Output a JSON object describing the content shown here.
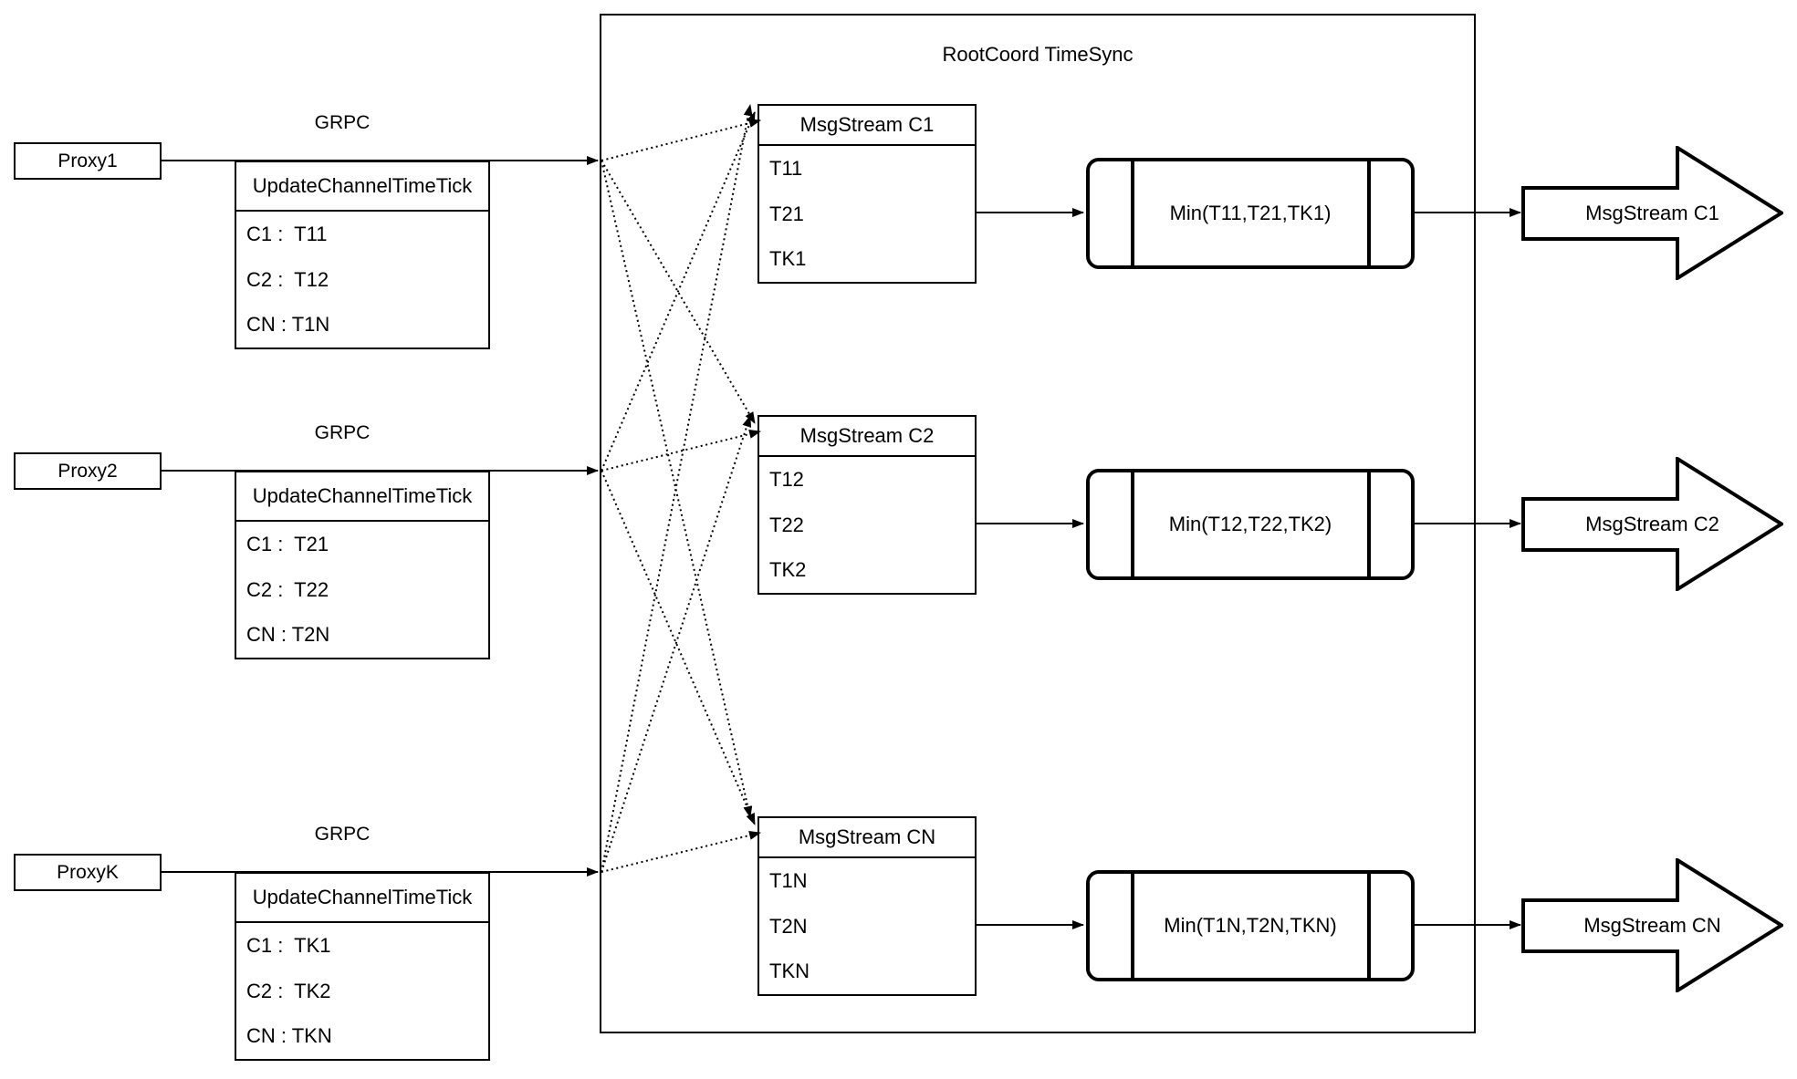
{
  "diagram": {
    "title": "RootCoord TimeSync",
    "colors": {
      "stroke": "#000000",
      "background": "#ffffff"
    },
    "proxies": [
      {
        "name": "Proxy1",
        "protocol": "GRPC",
        "table": {
          "header": "UpdateChannelTimeTick",
          "rows": [
            "C1 :  T11",
            "C2 :  T12",
            "CN : T1N"
          ]
        }
      },
      {
        "name": "Proxy2",
        "protocol": "GRPC",
        "table": {
          "header": "UpdateChannelTimeTick",
          "rows": [
            "C1 :  T21",
            "C2 :  T22",
            "CN : T2N"
          ]
        }
      },
      {
        "name": "ProxyK",
        "protocol": "GRPC",
        "table": {
          "header": "UpdateChannelTimeTick",
          "rows": [
            "C1 :  TK1",
            "C2 :  TK2",
            "CN : TKN"
          ]
        }
      }
    ],
    "streams": [
      {
        "header": "MsgStream C1",
        "rows": [
          "T11",
          "T21",
          "TK1"
        ],
        "min_label": "Min(T11,T21,TK1)",
        "output_label": "MsgStream C1"
      },
      {
        "header": "MsgStream C2",
        "rows": [
          "T12",
          "T22",
          "TK2"
        ],
        "min_label": "Min(T12,T22,TK2)",
        "output_label": "MsgStream C2"
      },
      {
        "header": "MsgStream CN",
        "rows": [
          "T1N",
          "T2N",
          "TKN"
        ],
        "min_label": "Min(T1N,T2N,TKN)",
        "output_label": "MsgStream CN"
      }
    ]
  }
}
